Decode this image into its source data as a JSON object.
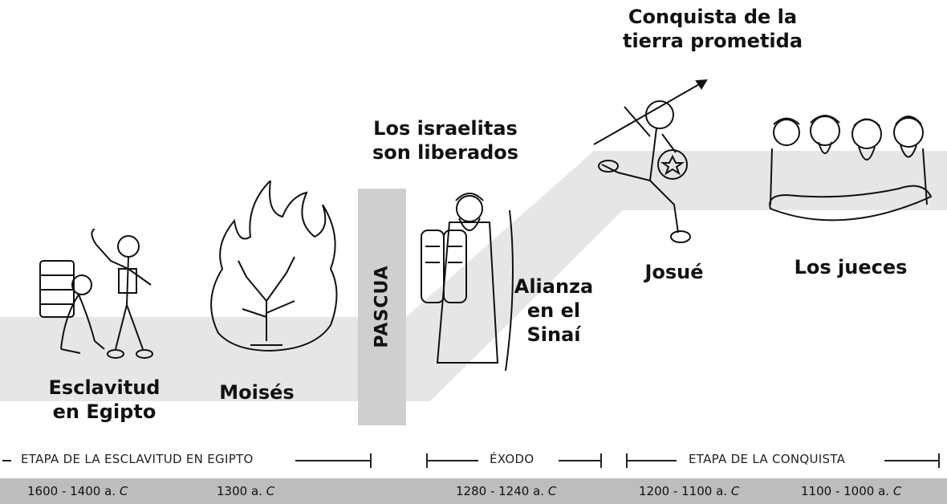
{
  "labels": {
    "esclavitud": [
      "Esclavitud",
      "en Egipto"
    ],
    "moises": "Moisés",
    "pascua": "PASCUA",
    "liberados": [
      "Los israelitas",
      "son liberados"
    ],
    "alianza": [
      "Alianza",
      "en el",
      "Sinaí"
    ],
    "conquista": [
      "Conquista de la",
      "tierra prometida"
    ],
    "josue": "Josué",
    "jueces": "Los jueces"
  },
  "stages": {
    "esclavitud": "ETAPA DE LA ESCLAVITUD EN EGIPTO",
    "exodo": "ÉXODO",
    "conquista": "ETAPA DE LA CONQUISTA"
  },
  "dates": {
    "d1": "1600 - 1400 a.",
    "d2": "1300 a.",
    "d3": "1280 - 1240 a.",
    "d4": "1200 - 1100 a.",
    "d5": "1100 - 1000 a.",
    "era_suffix": "C"
  },
  "colors": {
    "band": "#e6e6e6",
    "pascua_bar": "#cfcfcf",
    "date_bar": "#bdbdbd",
    "ink": "#111111"
  },
  "illustrations": [
    "slaves-icon",
    "burning-bush-icon",
    "moses-icon",
    "joshua-icon",
    "judges-icon"
  ]
}
